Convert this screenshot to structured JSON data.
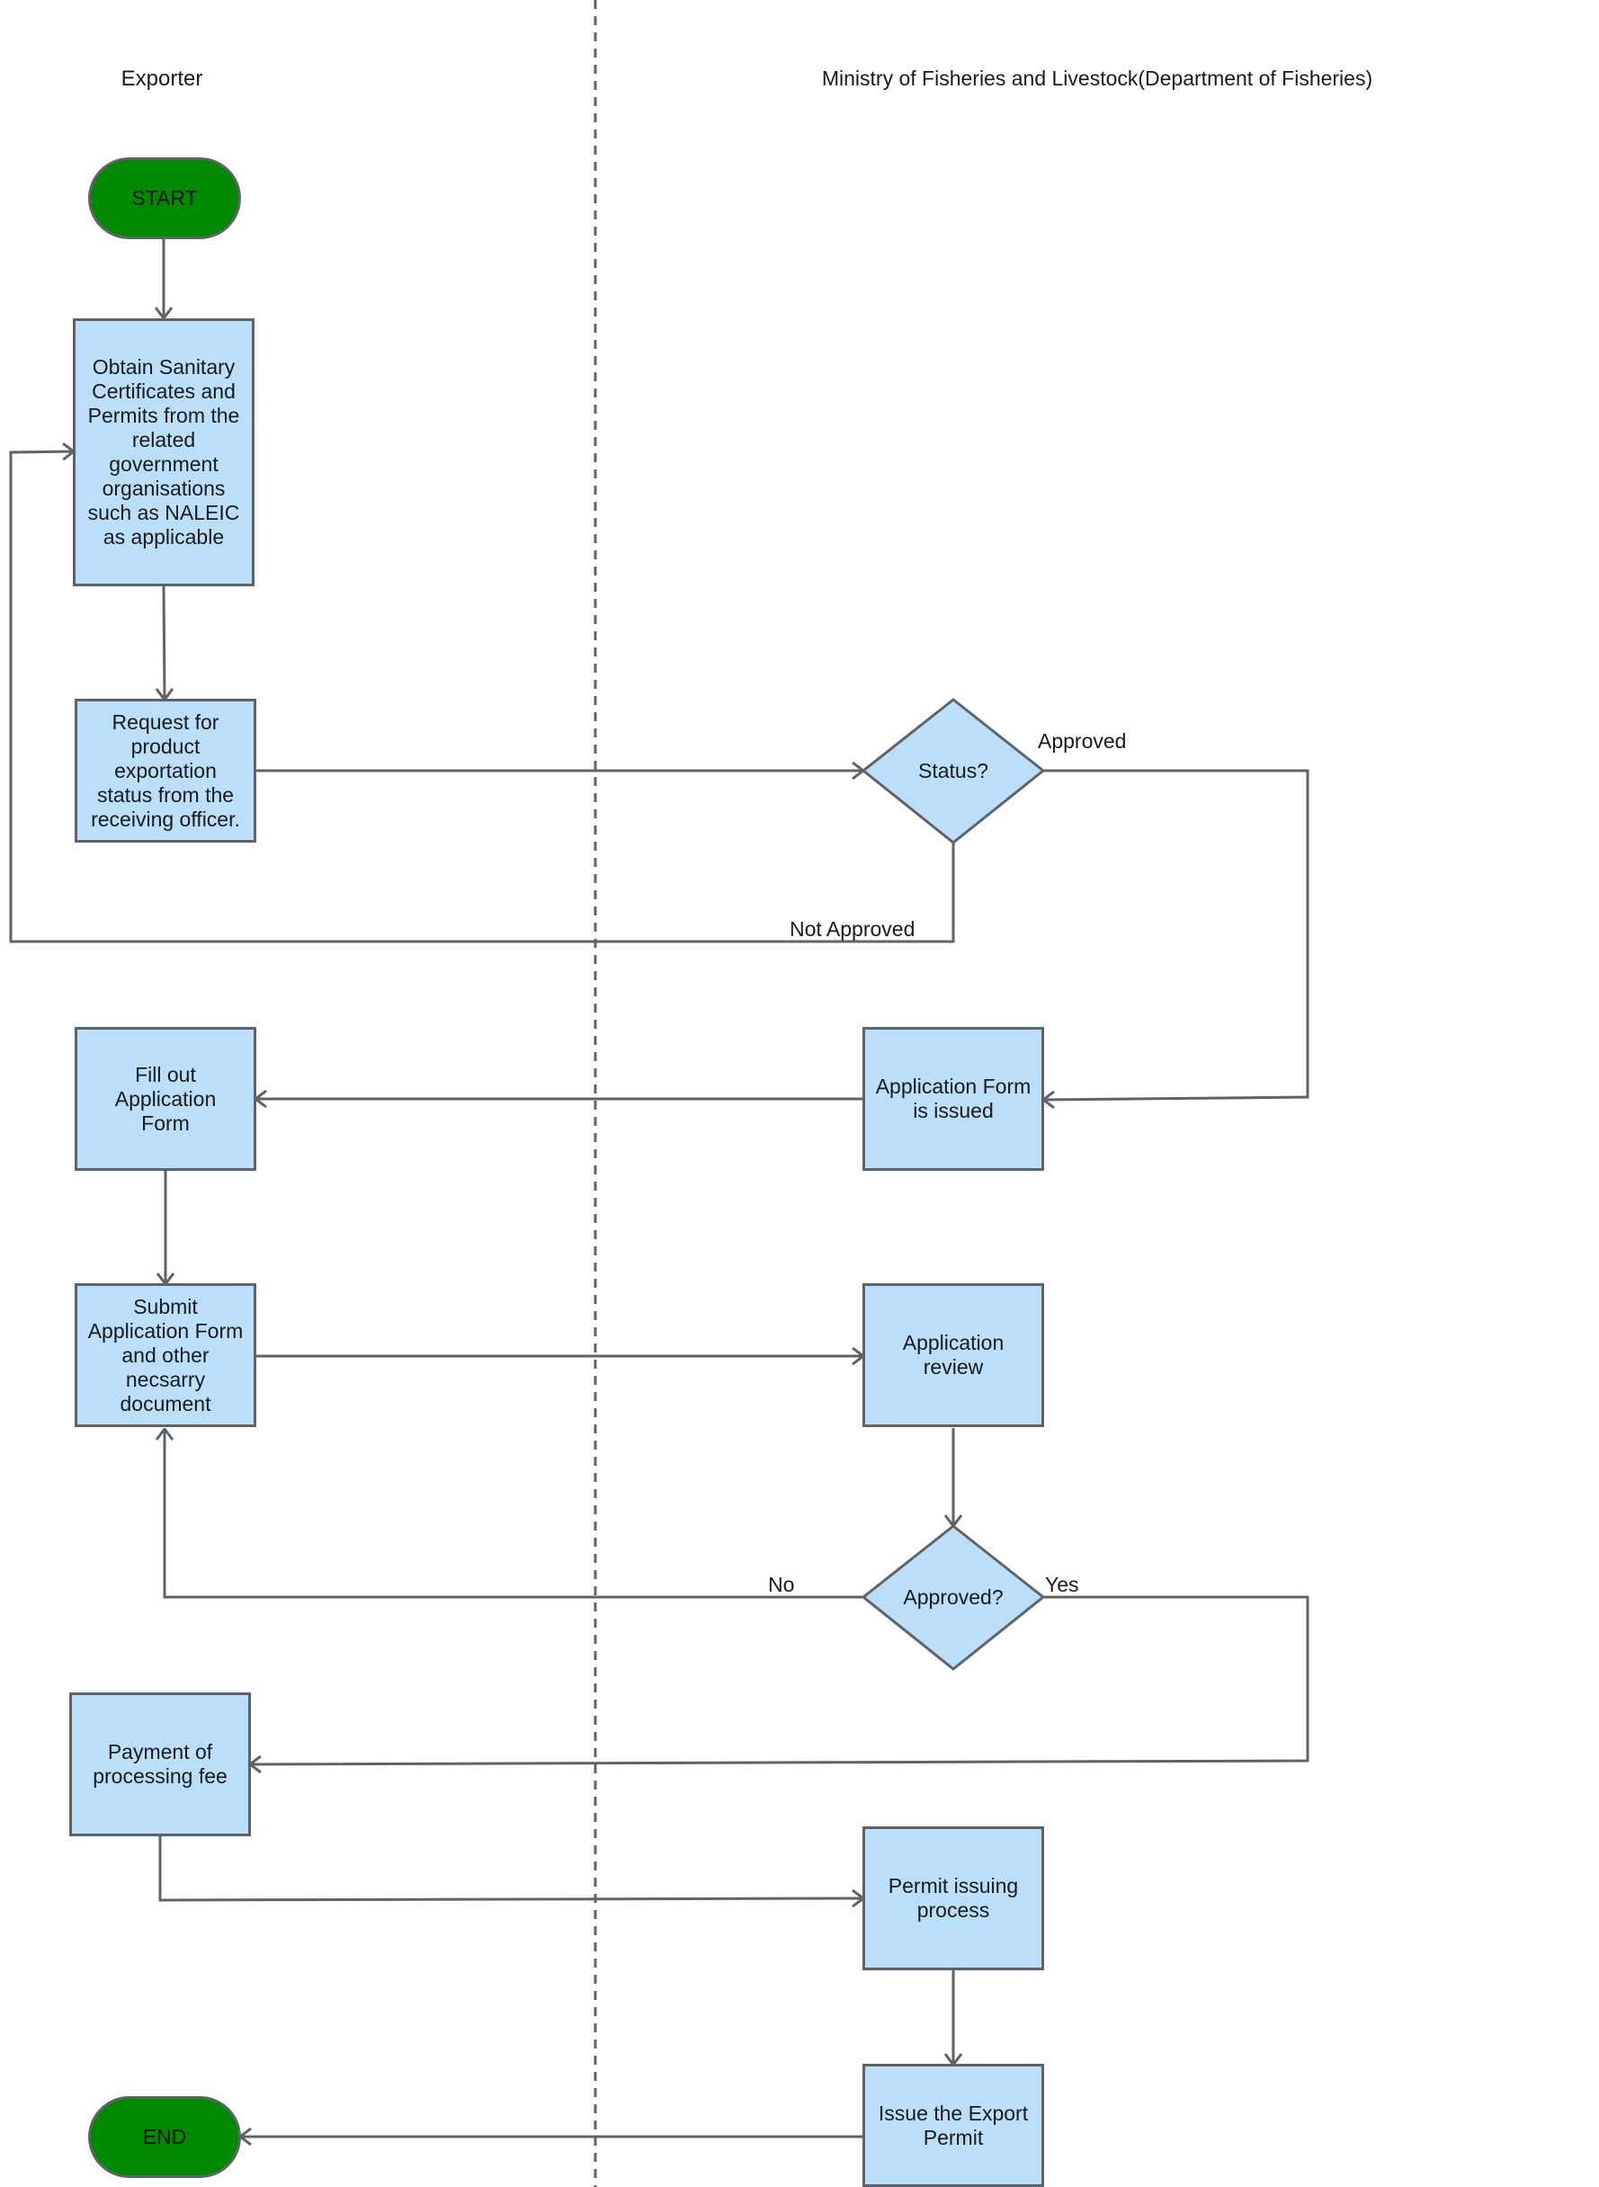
{
  "lanes": {
    "exporter": "Exporter",
    "ministry": "Ministry of Fisheries and Livestock(Department of Fisheries)"
  },
  "nodes": {
    "start": "START",
    "obtain": "Obtain Sanitary Certificates and Permits from the related government organisations such as NALEIC as applicable",
    "request": "Request for product exportation status from the receiving officer.",
    "status": "Status?",
    "form_issued": "Application Form is issued",
    "fill_out": "Fill out Application Form",
    "submit": "Submit Application Form and other necsarry document",
    "review": "Application review",
    "approved_q": "Approved?",
    "payment": "Payment of processing fee",
    "permit_process": "Permit issuing process",
    "issue_permit": "Issue the Export Permit",
    "end": "END"
  },
  "edges": {
    "approved": "Approved",
    "not_approved": "Not Approved",
    "no": "No",
    "yes": "Yes"
  },
  "colors": {
    "process_fill": "#bbdefb",
    "terminal_fill": "#008a00",
    "stroke": "#5f6368"
  }
}
